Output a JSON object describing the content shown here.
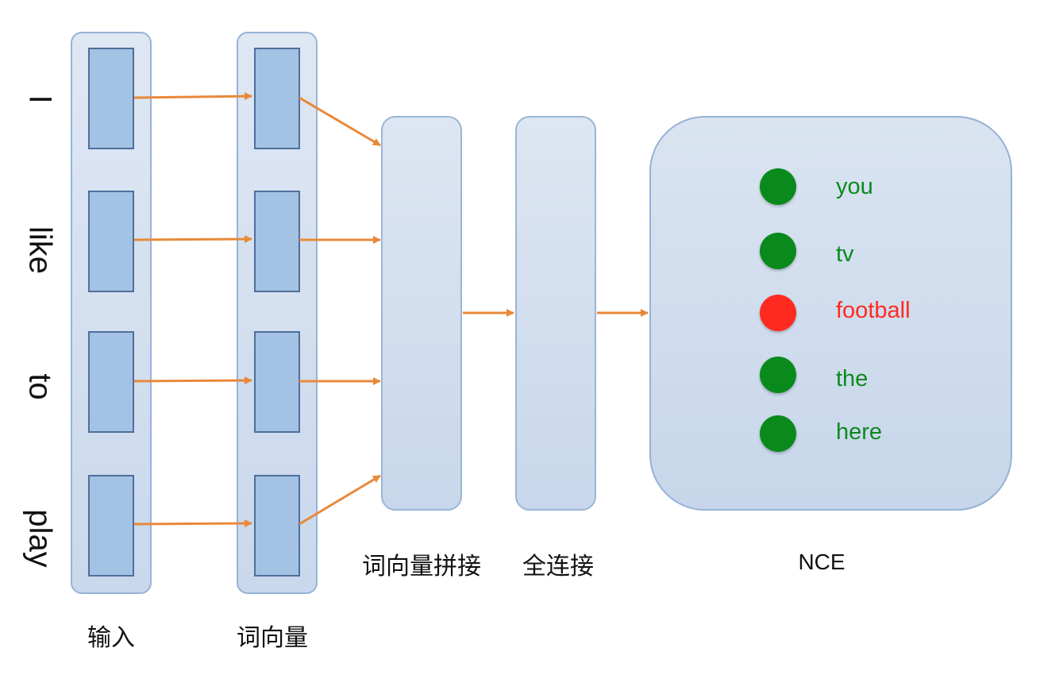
{
  "input_words": [
    "I",
    "like",
    "to",
    "play"
  ],
  "captions": {
    "input": "输入",
    "embedding": "词向量",
    "concat": "词向量拼接",
    "fc": "全连接",
    "nce": "NCE"
  },
  "nce_words": [
    {
      "label": "you",
      "state": "positive"
    },
    {
      "label": "tv",
      "state": "positive"
    },
    {
      "label": "football",
      "state": "target"
    },
    {
      "label": "the",
      "state": "positive"
    },
    {
      "label": "here",
      "state": "positive"
    }
  ],
  "colors": {
    "arrow": "#e8893a",
    "positive": "#0a8a1c",
    "target": "#ff2a1f"
  }
}
